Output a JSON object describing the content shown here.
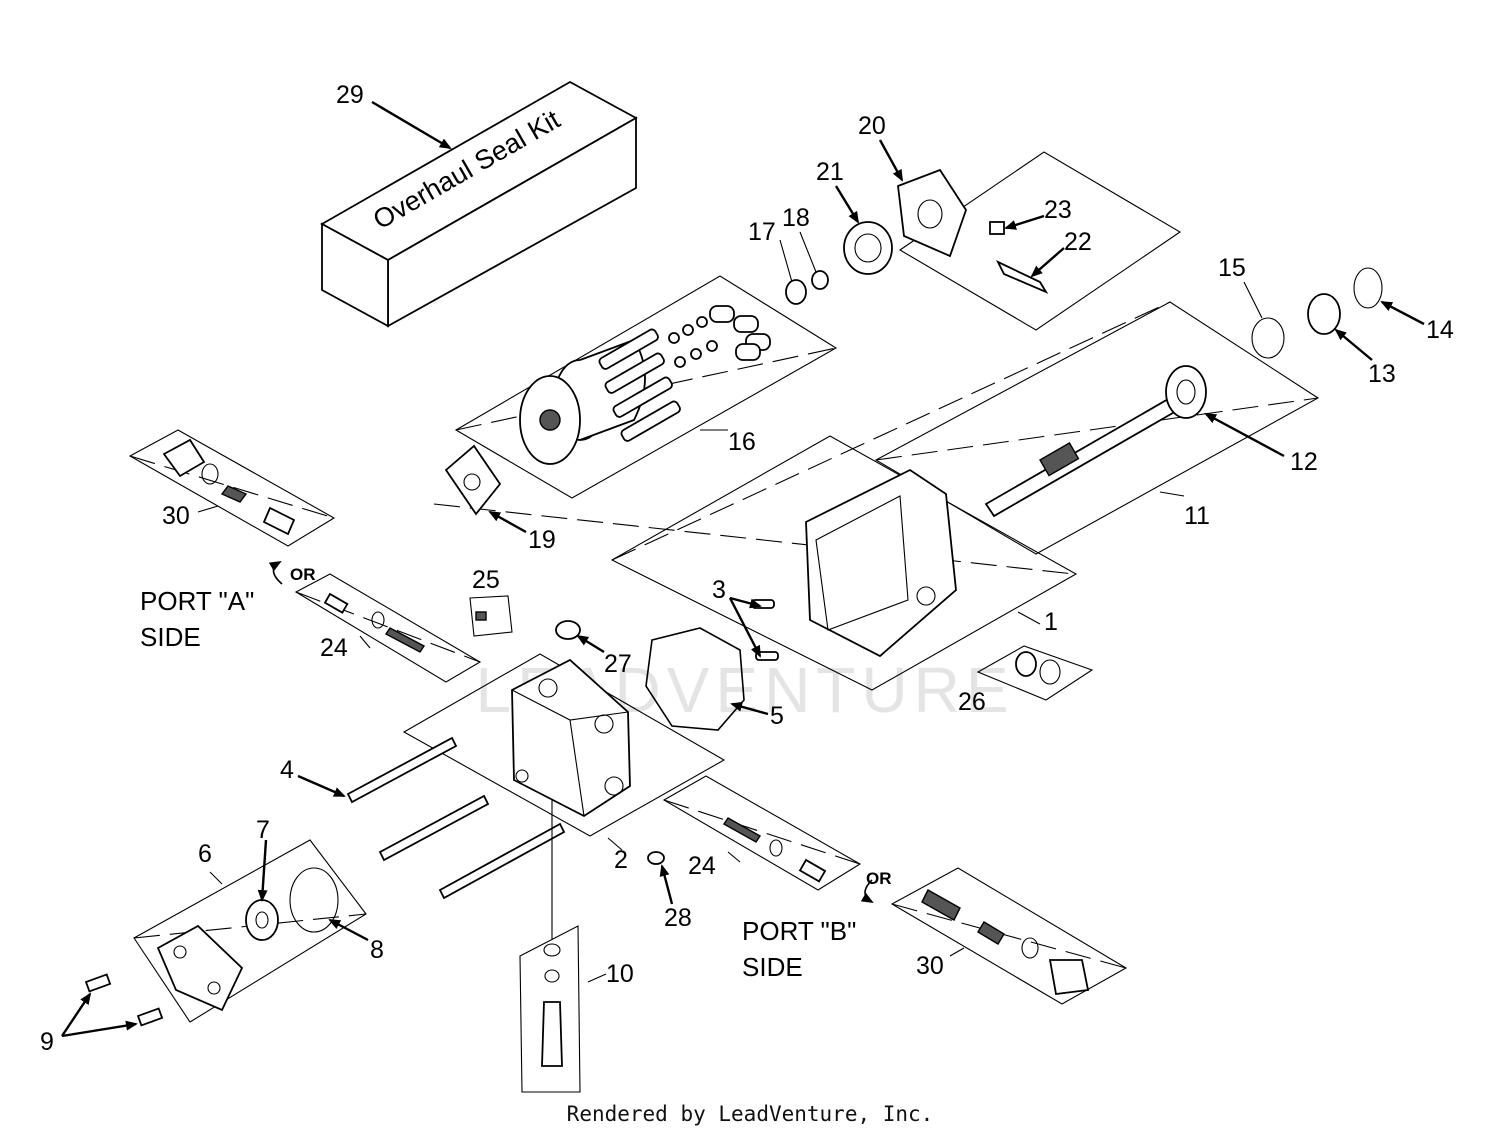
{
  "diagram": {
    "kit_box_label": "Overhaul Seal Kit",
    "port_a": {
      "line1": "PORT \"A\"",
      "line2": "SIDE",
      "or_label": "OR"
    },
    "port_b": {
      "line1": "PORT \"B\"",
      "line2": "SIDE",
      "or_label": "OR"
    },
    "watermark": "LEADVENTURE",
    "callouts": {
      "c1": "1",
      "c2": "2",
      "c3": "3",
      "c4": "4",
      "c5": "5",
      "c6": "6",
      "c7": "7",
      "c8": "8",
      "c9": "9",
      "c10": "10",
      "c11": "11",
      "c12": "12",
      "c13": "13",
      "c14": "14",
      "c15": "15",
      "c16": "16",
      "c17": "17",
      "c18": "18",
      "c19": "19",
      "c20": "20",
      "c21": "21",
      "c22": "22",
      "c23": "23",
      "c24a": "24",
      "c24b": "24",
      "c25": "25",
      "c26": "26",
      "c27": "27",
      "c28": "28",
      "c29": "29",
      "c30a": "30",
      "c30b": "30"
    }
  },
  "footer": {
    "text": "Rendered by LeadVenture, Inc."
  }
}
